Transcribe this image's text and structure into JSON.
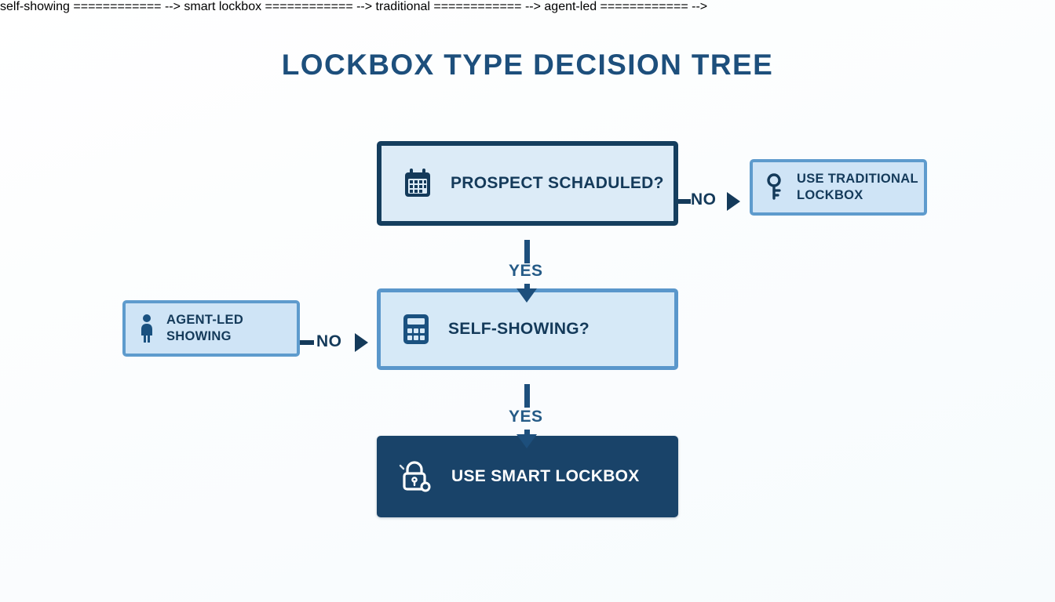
{
  "page": {
    "title": "Lockbox Type Decision Tree",
    "background_color": "#fdfefe",
    "accent_dark": "#143a5a",
    "accent_mid": "#5e9bcd",
    "accent_light": "#cfe4f6"
  },
  "diagram": {
    "type": "decision-tree",
    "nodes": [
      {
        "id": "prospect",
        "label": "Prospect Schaduled?",
        "icon": "calendar-icon",
        "shape": "decision",
        "fill": "#dcebf7",
        "border": "#153e5e",
        "text_color": "#143a5a"
      },
      {
        "id": "traditional",
        "label": "Use Traditional\nLockbox",
        "icon": "key-icon",
        "shape": "outcome",
        "fill": "#cfe4f6",
        "border": "#5e9bcd",
        "text_color": "#143a5a"
      },
      {
        "id": "selfshowing",
        "label": "Self-Showing?",
        "icon": "keypad-icon",
        "shape": "decision",
        "fill": "#d6e9f7",
        "border": "#5a97cb",
        "text_color": "#143a5a"
      },
      {
        "id": "agentled",
        "label": "Agent-Led\nShowing",
        "icon": "person-icon",
        "shape": "outcome",
        "fill": "#cfe4f6",
        "border": "#5e9bcd",
        "text_color": "#143a5a"
      },
      {
        "id": "smart",
        "label": "Use Smart Lockbox",
        "icon": "smart-padlock-icon",
        "shape": "outcome",
        "fill": "#194369",
        "border": "#194369",
        "text_color": "#ffffff"
      }
    ],
    "edges": [
      {
        "id": "e1",
        "from": "prospect",
        "to": "selfshowing",
        "label": "Yes",
        "direction": "down"
      },
      {
        "id": "e2",
        "from": "prospect",
        "to": "traditional",
        "label": "No",
        "direction": "right"
      },
      {
        "id": "e3",
        "from": "selfshowing",
        "to": "smart",
        "label": "Yes",
        "direction": "down"
      },
      {
        "id": "e4",
        "from": "selfshowing",
        "to": "agentled",
        "label": "No",
        "direction": "left"
      }
    ]
  }
}
